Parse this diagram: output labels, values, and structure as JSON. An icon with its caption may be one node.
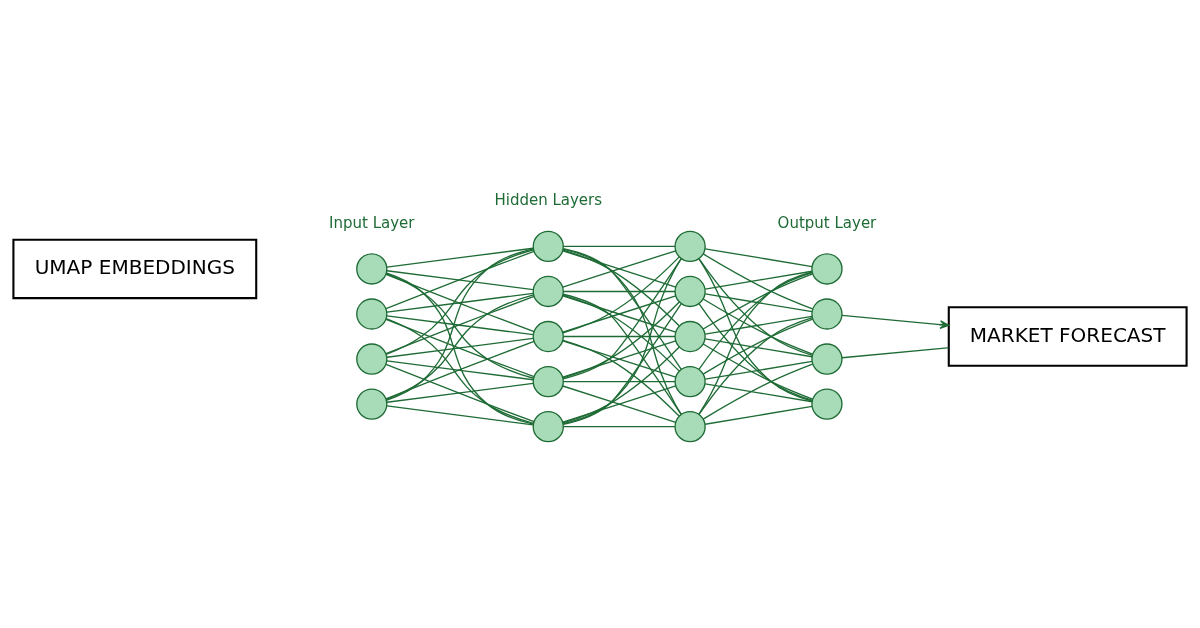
{
  "diagram": {
    "nodes": [
      {
        "text": [
          "UMAP EMBEDDINGS"
        ]
      },
      {
        "text": [],
        "shape": "circle"
      },
      {
        "text": [],
        "shape": "circle"
      },
      {
        "text": [],
        "shape": "circle"
      },
      {
        "text": [],
        "shape": "circle"
      },
      {
        "text": [],
        "shape": "circle"
      },
      {
        "text": [],
        "shape": "circle"
      },
      {
        "text": [],
        "shape": "circle"
      },
      {
        "text": [],
        "shape": "circle"
      },
      {
        "text": [],
        "shape": "circle"
      },
      {
        "text": [],
        "shape": "circle"
      },
      {
        "text": [],
        "shape": "circle"
      },
      {
        "text": [],
        "shape": "circle"
      },
      {
        "text": [],
        "shape": "circle"
      },
      {
        "text": [],
        "shape": "circle"
      },
      {
        "text": [],
        "shape": "circle"
      },
      {
        "text": [],
        "shape": "circle"
      },
      {
        "text": [],
        "shape": "circle"
      },
      {
        "text": [],
        "shape": "circle"
      },
      {
        "text": [
          "MARKET FORECAST"
        ]
      }
    ],
    "edges": [
      {
        "from": 1,
        "to": 5,
        "arrow": "none"
      },
      {
        "from": 1,
        "to": 6,
        "arrow": "none"
      },
      {
        "from": 1,
        "to": 7,
        "arrow": "none"
      },
      {
        "from": 1,
        "to": 8,
        "arrow": "none"
      },
      {
        "from": 1,
        "to": 9,
        "arrow": "none"
      },
      {
        "from": 2,
        "to": 5,
        "arrow": "none"
      },
      {
        "from": 2,
        "to": 6,
        "arrow": "none"
      },
      {
        "from": 2,
        "to": 7,
        "arrow": "none"
      },
      {
        "from": 2,
        "to": 8,
        "arrow": "none"
      },
      {
        "from": 2,
        "to": 9,
        "arrow": "none"
      },
      {
        "from": 3,
        "to": 5,
        "arrow": "none"
      },
      {
        "from": 3,
        "to": 6,
        "arrow": "none"
      },
      {
        "from": 3,
        "to": 7,
        "arrow": "none"
      },
      {
        "from": 3,
        "to": 8,
        "arrow": "none"
      },
      {
        "from": 3,
        "to": 9,
        "arrow": "none"
      },
      {
        "from": 4,
        "to": 5,
        "arrow": "none"
      },
      {
        "from": 4,
        "to": 6,
        "arrow": "none"
      },
      {
        "from": 4,
        "to": 7,
        "arrow": "none"
      },
      {
        "from": 4,
        "to": 8,
        "arrow": "none"
      },
      {
        "from": 4,
        "to": 9,
        "arrow": "none"
      },
      {
        "from": 5,
        "to": 10,
        "arrow": "none"
      },
      {
        "from": 5,
        "to": 11,
        "arrow": "none"
      },
      {
        "from": 5,
        "to": 12,
        "arrow": "none"
      },
      {
        "from": 5,
        "to": 13,
        "arrow": "none"
      },
      {
        "from": 5,
        "to": 14,
        "arrow": "none"
      },
      {
        "from": 6,
        "to": 10,
        "arrow": "none"
      },
      {
        "from": 6,
        "to": 11,
        "arrow": "none"
      },
      {
        "from": 6,
        "to": 12,
        "arrow": "none"
      },
      {
        "from": 6,
        "to": 13,
        "arrow": "none"
      },
      {
        "from": 6,
        "to": 14,
        "arrow": "none"
      },
      {
        "from": 7,
        "to": 10,
        "arrow": "none"
      },
      {
        "from": 7,
        "to": 11,
        "arrow": "none"
      },
      {
        "from": 7,
        "to": 12,
        "arrow": "none"
      },
      {
        "from": 7,
        "to": 13,
        "arrow": "none"
      },
      {
        "from": 7,
        "to": 14,
        "arrow": "none"
      },
      {
        "from": 8,
        "to": 10,
        "arrow": "none"
      },
      {
        "from": 8,
        "to": 11,
        "arrow": "none"
      },
      {
        "from": 8,
        "to": 12,
        "arrow": "none"
      },
      {
        "from": 8,
        "to": 13,
        "arrow": "none"
      },
      {
        "from": 8,
        "to": 14,
        "arrow": "none"
      },
      {
        "from": 9,
        "to": 10,
        "arrow": "none"
      },
      {
        "from": 9,
        "to": 11,
        "arrow": "none"
      },
      {
        "from": 9,
        "to": 12,
        "arrow": "none"
      },
      {
        "from": 9,
        "to": 13,
        "arrow": "none"
      },
      {
        "from": 9,
        "to": 14,
        "arrow": "none"
      },
      {
        "from": 10,
        "to": 15,
        "arrow": "none"
      },
      {
        "from": 10,
        "to": 16,
        "arrow": "none"
      },
      {
        "from": 10,
        "to": 17,
        "arrow": "none"
      },
      {
        "from": 10,
        "to": 18,
        "arrow": "none"
      },
      {
        "from": 11,
        "to": 15,
        "arrow": "none"
      },
      {
        "from": 11,
        "to": 16,
        "arrow": "none"
      },
      {
        "from": 11,
        "to": 17,
        "arrow": "none"
      },
      {
        "from": 11,
        "to": 18,
        "arrow": "none"
      },
      {
        "from": 12,
        "to": 15,
        "arrow": "none"
      },
      {
        "from": 12,
        "to": 16,
        "arrow": "none"
      },
      {
        "from": 12,
        "to": 17,
        "arrow": "none"
      },
      {
        "from": 12,
        "to": 18,
        "arrow": "none"
      },
      {
        "from": 13,
        "to": 15,
        "arrow": "none"
      },
      {
        "from": 13,
        "to": 16,
        "arrow": "none"
      },
      {
        "from": 13,
        "to": 17,
        "arrow": "none"
      },
      {
        "from": 13,
        "to": 18,
        "arrow": "none"
      },
      {
        "from": 14,
        "to": 15,
        "arrow": "none"
      },
      {
        "from": 14,
        "to": 16,
        "arrow": "none"
      },
      {
        "from": 14,
        "to": 17,
        "arrow": "none"
      },
      {
        "from": 14,
        "to": 18,
        "arrow": "none"
      },
      {
        "from": 16,
        "to": 19,
        "arrow": "to"
      },
      {
        "from": 17,
        "to": 19,
        "arrow": "none"
      }
    ],
    "labels": [
      "Hidden Layers",
      "Input Layer",
      "Output Layer"
    ]
  }
}
